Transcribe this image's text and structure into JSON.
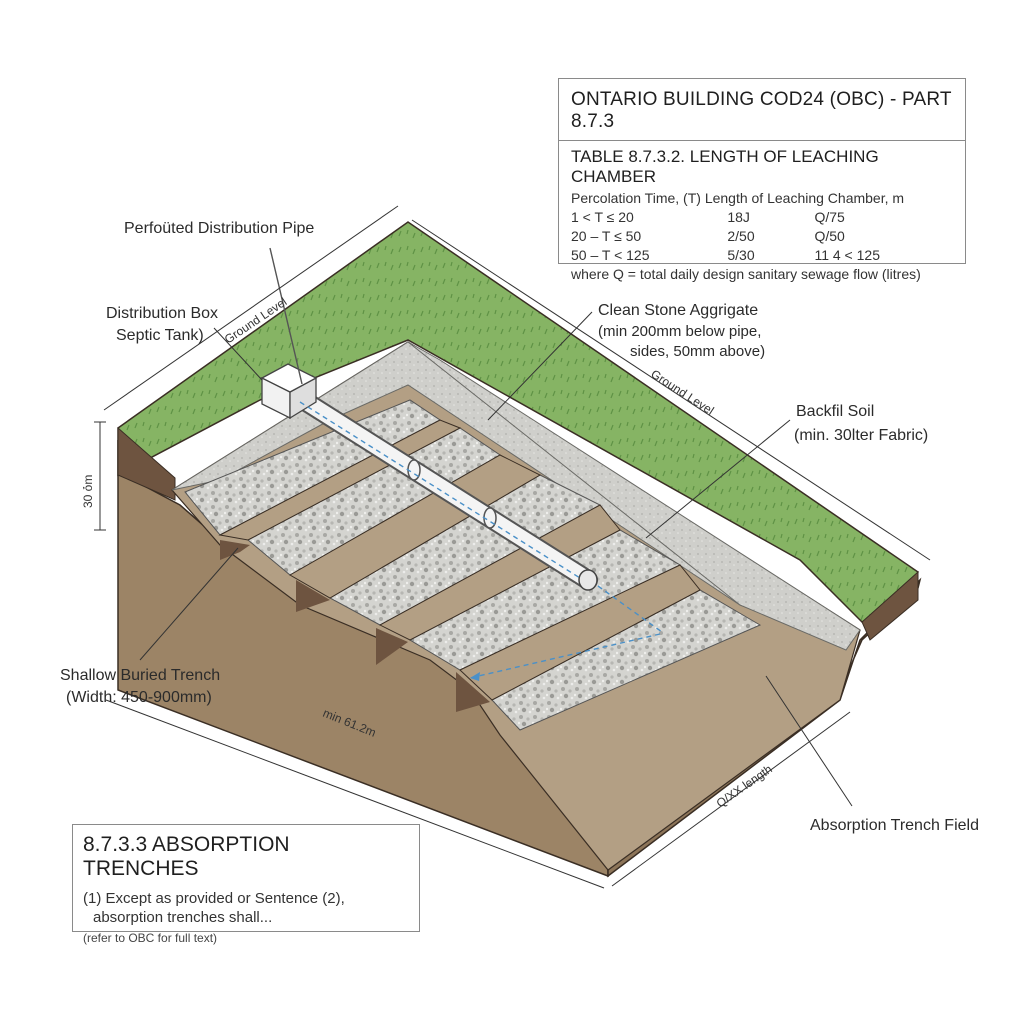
{
  "labels": {
    "pipe": "Perfoüted Distribution Pipe",
    "dbox_line1": "Distribution Box",
    "dbox_line2": "Septic Tank)",
    "ground_level_1": "Ground Level",
    "ground_level_2": "Ground Level",
    "stone_line1": "Clean Stone Aggrigate",
    "stone_line2": "(min 200mm below pipe,",
    "stone_line3": "sides, 50mm above)",
    "backfill_line1": "Backfil Soil",
    "backfill_line2": "(min. 30lter Fabric)",
    "depth_dim": "30 ỏm",
    "trench_line1": "Shallow Buried Trench",
    "trench_line2": "(Width: 450-900mm)",
    "length_dim": "min 61.2m",
    "qxx_dim": "Q/XX length",
    "field": "Absorption Trench Field"
  },
  "obc_box": {
    "title": "ONTARIO BUILDING COD24 (OBC) - PART 8.7.3",
    "table_title": "TABLE 8.7.3.2. LENGTH OF LEACHING CHAMBER",
    "header": "Percolation Time, (T) Length of Leaching Chamber, m",
    "rows": [
      [
        "1 < T ≤ 20",
        "18J",
        "Q/75"
      ],
      [
        "20 – T ≤ 50",
        "2/50",
        "Q/50"
      ],
      [
        "50 – T < 125",
        "5/30",
        "11 4 < 125"
      ]
    ],
    "note": "where Q = total daily design sanitary sewage flow (litres)"
  },
  "absorption_box": {
    "title": "8.7.3.3 ABSORPTION TRENCHES",
    "line1": "(1) Except as provided or Sentence (2),",
    "line2": "absorption trenches shall...",
    "ref": "(refer to OBC for full text)"
  },
  "colors": {
    "grass": "#86b464",
    "soil_top": "#b39f84",
    "soil_side": "#9c8466",
    "soil_dark": "#6e5440",
    "gravel": "#d6d6d2",
    "stone_layer": "#c9c9c5",
    "pipe": "#f4f4f4",
    "flow_line": "#4a90c8"
  }
}
